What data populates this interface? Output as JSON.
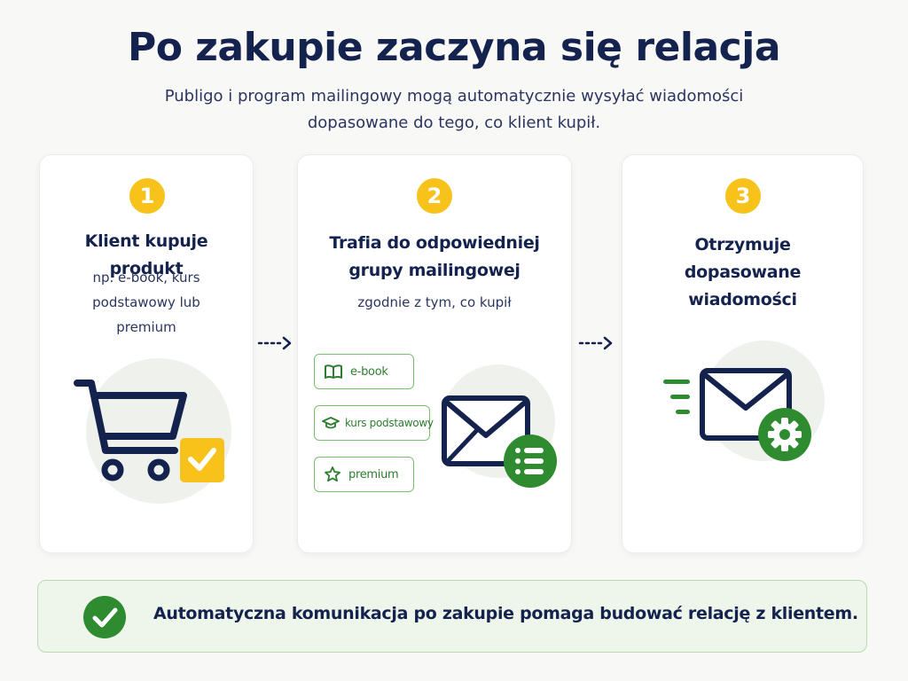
{
  "header": {
    "title": "Po zakupie zaczyna się relacja",
    "subtitle": "Publigo i program mailingowy mogą automatycznie wysyłać wiadomości dopasowane do tego, co klient kupił."
  },
  "steps": [
    {
      "number": "1",
      "title": "Klient kupuje produkt",
      "description": "np. e-book, kurs podstawowy lub premium",
      "icon": "shopping-cart-check-icon"
    },
    {
      "number": "2",
      "title": "Trafia do odpowiedniej grupy mailingowej",
      "description": "zgodnie z tym, co kupił",
      "icon": "envelope-list-icon",
      "groups": [
        {
          "label": "e-book",
          "icon": "book-icon"
        },
        {
          "label": "kurs podstawowy",
          "icon": "graduation-cap-icon"
        },
        {
          "label": "premium",
          "icon": "star-icon"
        }
      ]
    },
    {
      "number": "3",
      "title": "Otrzymuje dopasowane wiadomości",
      "description": "",
      "icon": "envelope-gear-icon"
    }
  ],
  "footer": {
    "text": "Automatyczna komunikacja po zakupie pomaga budować relację z klientem.",
    "icon": "check-circle-icon"
  },
  "colors": {
    "navy": "#14224e",
    "yellow": "#f7c21a",
    "green": "#2e8b2f",
    "light_green_bg": "#eef5ea",
    "circle_bg": "#eef1ec"
  }
}
